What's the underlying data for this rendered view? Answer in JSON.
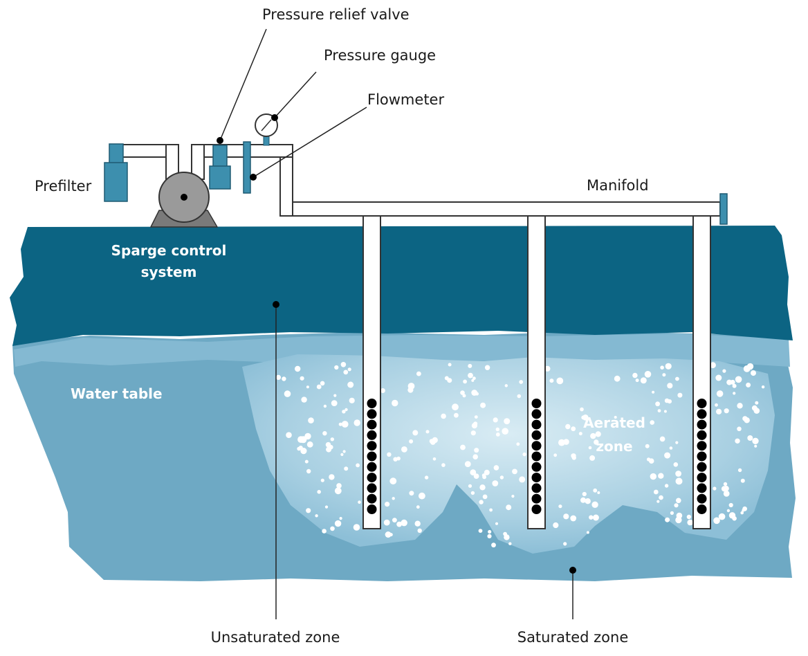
{
  "labels": {
    "pressure_relief_valve": "Pressure relief valve",
    "pressure_gauge": "Pressure gauge",
    "flowmeter": "Flowmeter",
    "prefilter": "Prefilter",
    "manifold": "Manifold",
    "sparge_control_line1": "Sparge control",
    "sparge_control_line2": "system",
    "water_table": "Water table",
    "aerated_line1": "Aerated",
    "aerated_line2": "zone",
    "unsaturated_zone": "Unsaturated zone",
    "saturated_zone": "Saturated zone"
  },
  "colors": {
    "unsaturated": "#0c6483",
    "saturated": "#6aa8c4",
    "aerated_glow": "#c9e3ef",
    "equipment": "#3d8fae",
    "pump": "#8c8c8c",
    "bubble": "#ffffff",
    "screen_dot": "#000000"
  }
}
